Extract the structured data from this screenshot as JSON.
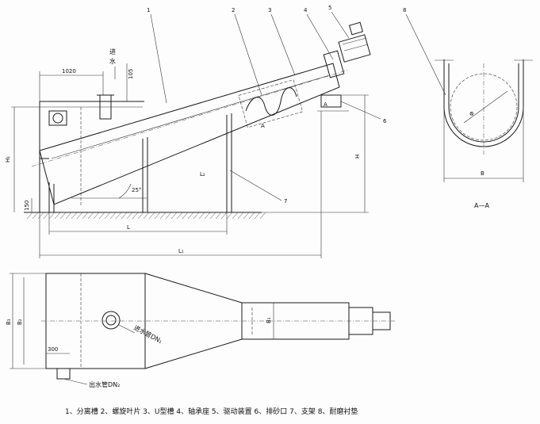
{
  "callouts": [
    "1",
    "2",
    "3",
    "4",
    "5",
    "6",
    "7",
    "8"
  ],
  "dims": {
    "d1020": "1020",
    "d105": "105",
    "d150": "150",
    "h1": "H₁",
    "h": "H",
    "angle": "25°",
    "l2": "L₂",
    "l": "L",
    "l1": "L₁",
    "b": "B",
    "b1": "B₁",
    "b2": "B₂",
    "b3": "B₃",
    "d300": "300",
    "a": "A",
    "phi": "Φ"
  },
  "labels": {
    "inlet_vertical": [
      "进",
      "水"
    ],
    "inlet_pipe": "进水管DN₁",
    "outlet_pipe": "出水管DN₂",
    "section": "A—A"
  },
  "legend": "1、分离槽   2、螺旋叶片   3、U型槽   4、轴承座   5、驱动装置   6、排砂口   7、支架   8、耐磨衬垫"
}
